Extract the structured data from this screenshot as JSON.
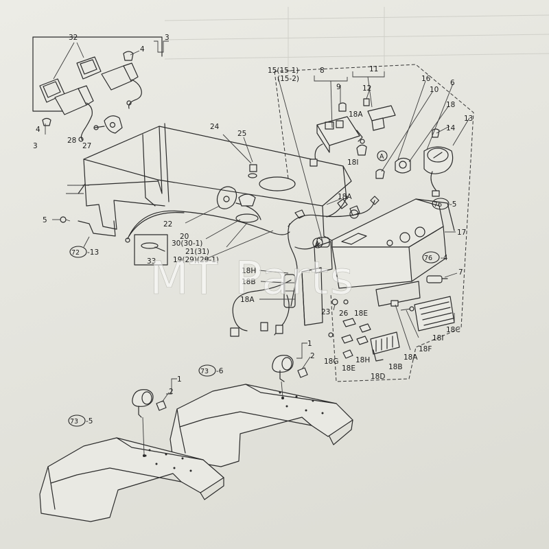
{
  "watermark": "MT Parts",
  "callouts": {
    "c32": "32",
    "c3a": "3",
    "c4a": "4",
    "c4b": "4",
    "c3b": "3",
    "c28": "28",
    "c27": "27",
    "c5": "5",
    "c72": "72",
    "c72s": "-13",
    "c24": "24",
    "c25": "25",
    "c22": "22",
    "c20": "20",
    "c30": "30(30-1)",
    "c21": "21(31)",
    "c19": "19(29)(29-1)",
    "c33": "33",
    "c15a": "15(15-1)",
    "c15b": "(15-2)",
    "c8": "8",
    "c9": "9",
    "c11": "11",
    "c12": "12",
    "c18A1": "18A",
    "c16": "16",
    "c10": "10",
    "c6": "6",
    "c18": "18",
    "c14": "14",
    "c13": "13",
    "c18I1": "18I",
    "cA1": "A",
    "c18A2": "18A",
    "c76a": "76",
    "c76as": "-5",
    "c17": "17",
    "cA2": "A",
    "c76b": "76",
    "c76bs": "-4",
    "c18H1": "18H",
    "c18B1": "18B",
    "c7": "7",
    "c18A3": "18A",
    "c23": "23",
    "c26": "26",
    "c18E1": "18E",
    "c18C": "18C",
    "c18I2": "18I",
    "c18F": "18F",
    "c18A4": "18A",
    "c18G": "18G",
    "c18H2": "18H",
    "c18B2": "18B",
    "c18E2": "18E",
    "c18D": "18D",
    "c1a": "1",
    "c2a": "2",
    "c73a": "73",
    "c73as": "-6",
    "c1b": "1",
    "c2b": "2",
    "c73b": "73",
    "c73bs": "-5"
  }
}
